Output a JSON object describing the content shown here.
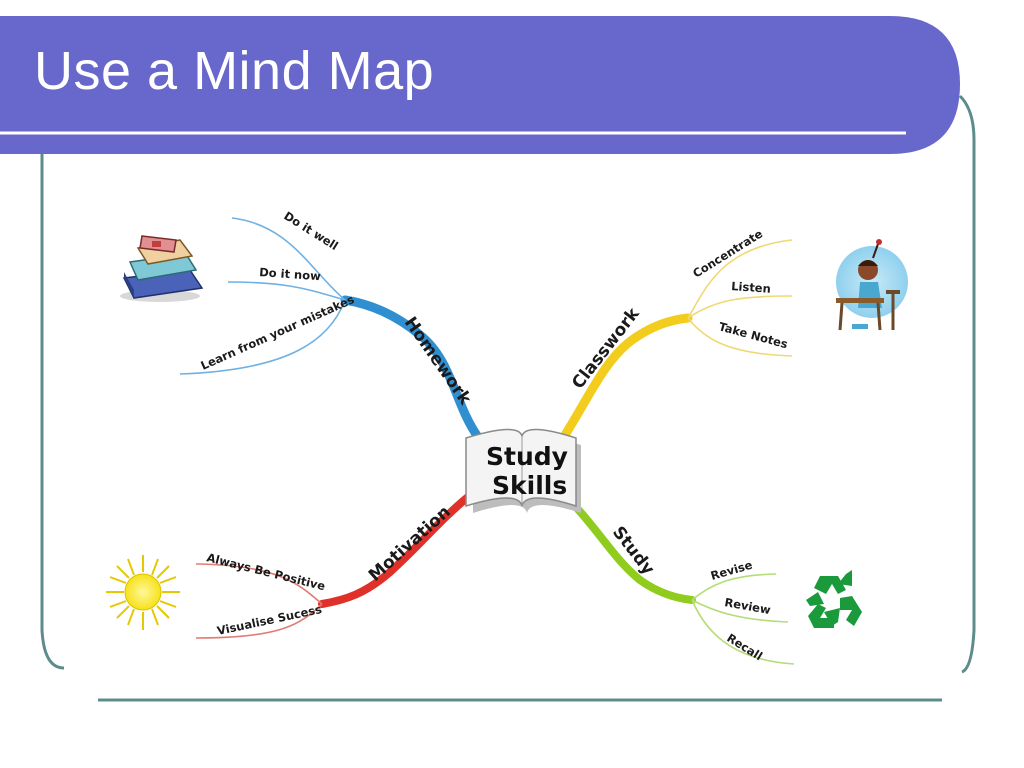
{
  "slide": {
    "title": "Use a Mind Map",
    "theme_color": "#6767cc",
    "frame_color": "#5e8c8c"
  },
  "mind_map": {
    "center": {
      "line1": "Study",
      "line2": "Skills"
    },
    "branches": [
      {
        "label": "Homework",
        "color": "#2f8fd0",
        "icon": "stack-of-books-icon",
        "leaves": [
          "Do it well",
          "Do it now",
          "Learn from your mistakes"
        ]
      },
      {
        "label": "Classwork",
        "color": "#f2cd1e",
        "icon": "student-at-desk-icon",
        "leaves": [
          "Concentrate",
          "Listen",
          "Take Notes"
        ]
      },
      {
        "label": "Motivation",
        "color": "#e0302a",
        "icon": "sun-icon",
        "leaves": [
          "Always Be Positive",
          "Visualise Sucess"
        ]
      },
      {
        "label": "Study",
        "color": "#8fcc1e",
        "icon": "recycle-icon",
        "leaves": [
          "Revise",
          "Review",
          "Recall"
        ]
      }
    ]
  }
}
